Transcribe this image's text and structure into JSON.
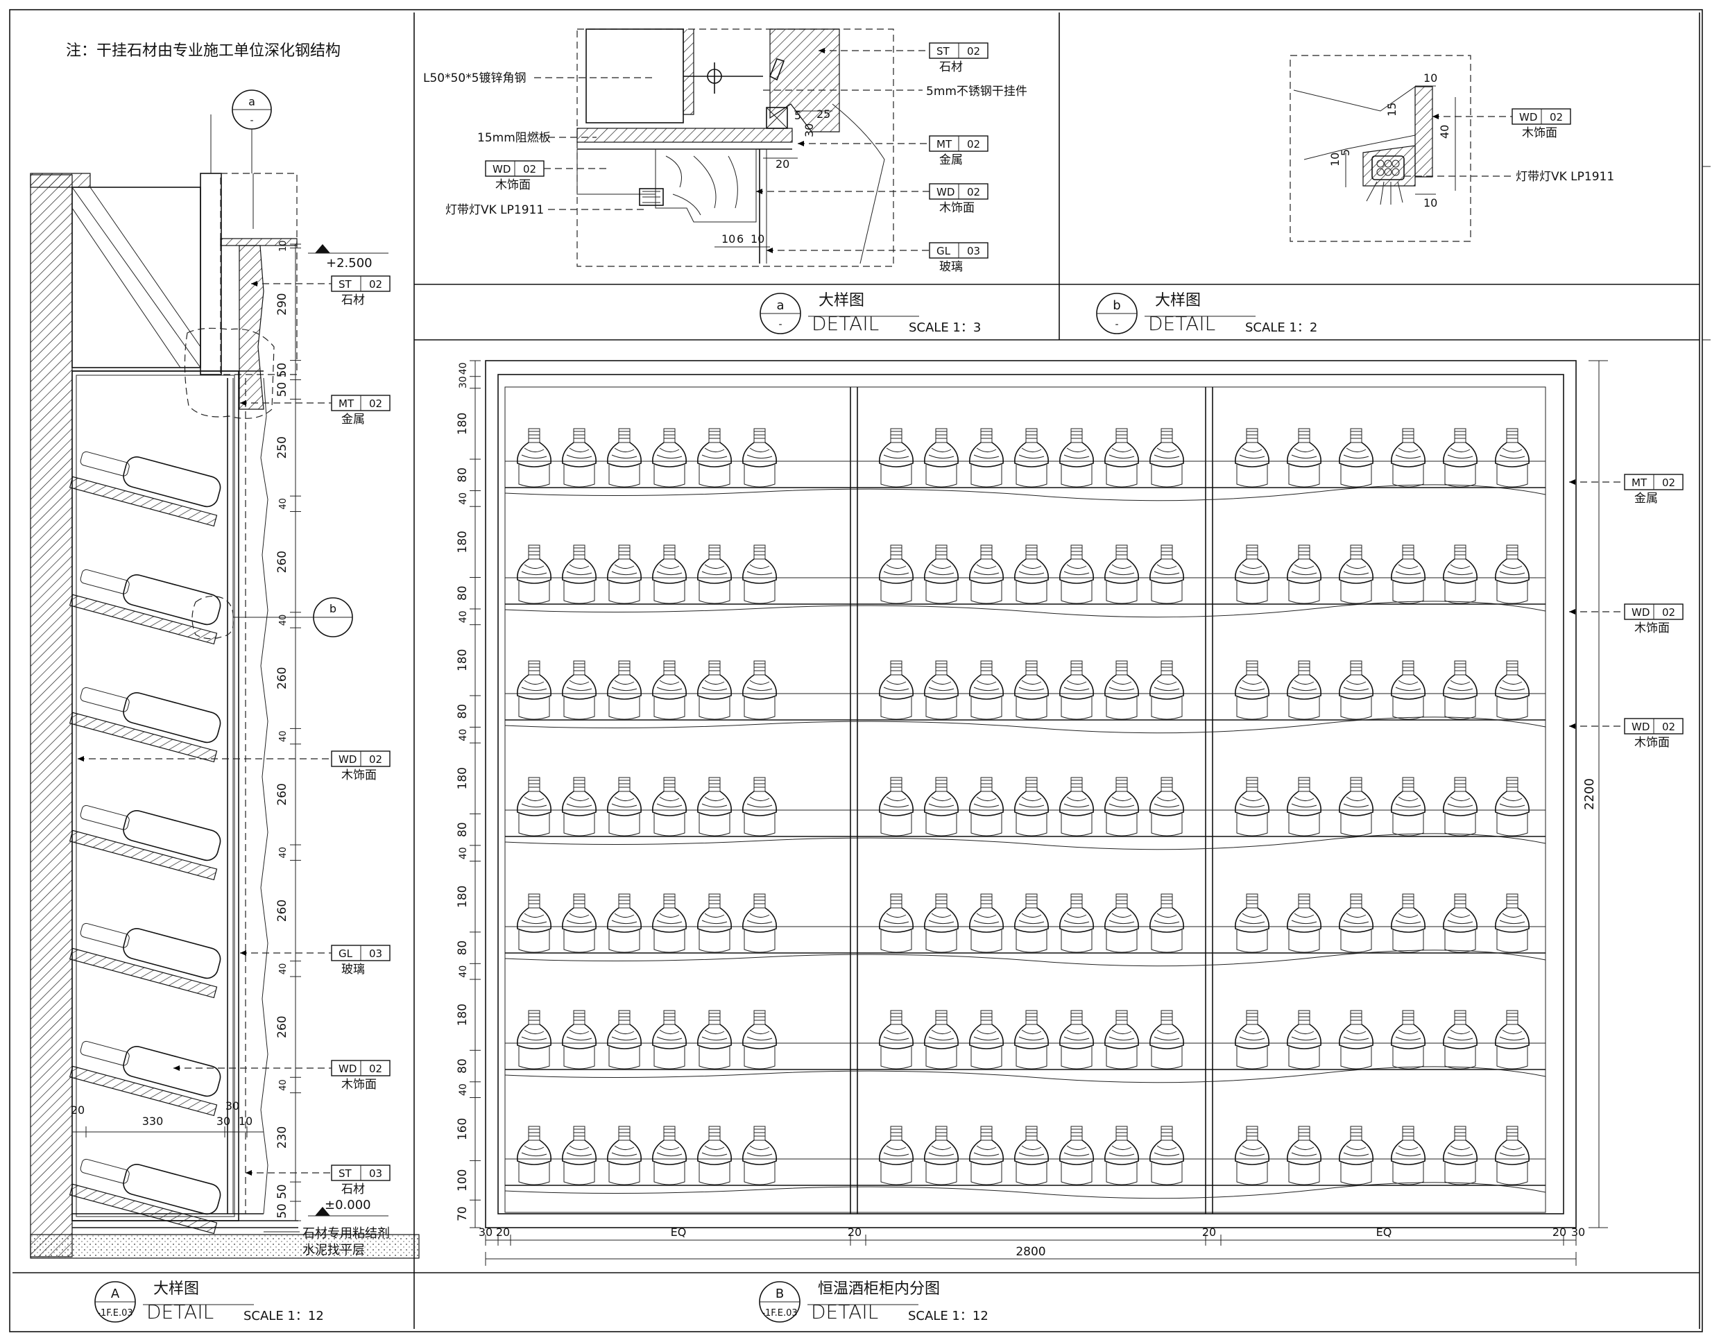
{
  "notes": {
    "top_left": "注：干挂石材由专业施工单位深化钢结构"
  },
  "elevation_marks": {
    "plus": "+2.500",
    "zero": "±0.000"
  },
  "callouts": {
    "a": "a",
    "b": "b",
    "dash": "-"
  },
  "panel_a_dims": {
    "vertical": [
      "10",
      "290",
      "50",
      "50",
      "250",
      "40",
      "260",
      "40",
      "260",
      "40",
      "260",
      "40",
      "260",
      "40",
      "260",
      "40",
      "230",
      "50",
      "50"
    ],
    "horizontal": [
      "20",
      "330",
      "30",
      "10",
      "30"
    ]
  },
  "panel_a_tags": [
    {
      "code": "ST",
      "num": "02",
      "label": "石材"
    },
    {
      "code": "MT",
      "num": "02",
      "label": "金属"
    },
    {
      "code": "WD",
      "num": "02",
      "label": "木饰面"
    },
    {
      "code": "GL",
      "num": "03",
      "label": "玻璃"
    },
    {
      "code": "WD",
      "num": "02",
      "label": "木饰面"
    },
    {
      "code": "ST",
      "num": "03",
      "label": "石材"
    }
  ],
  "panel_a_bottom_note": [
    "石材专用粘结剂",
    "水泥找平层"
  ],
  "detail_a_notes": {
    "angle_steel": "L50*50*5镀锌角钢",
    "pendant": "5mm不锈钢干挂件",
    "board": "15mm阻燃板",
    "lamp": "灯带灯VK LP1911",
    "dims": [
      "25",
      "5",
      "30",
      "20",
      "10",
      "6",
      "10"
    ]
  },
  "detail_a_tags": [
    {
      "code": "ST",
      "num": "02",
      "label": "石材"
    },
    {
      "code": "MT",
      "num": "02",
      "label": "金属"
    },
    {
      "code": "WD",
      "num": "02",
      "label": "木饰面"
    },
    {
      "code": "WD",
      "num": "02",
      "label": "木饰面"
    },
    {
      "code": "GL",
      "num": "03",
      "label": "玻璃"
    }
  ],
  "detail_b_notes": {
    "lamp": "灯带灯VK LP1911",
    "dims": [
      "10",
      "15",
      "40",
      "10",
      "5",
      "10"
    ]
  },
  "detail_b_tag": {
    "code": "WD",
    "num": "02",
    "label": "木饰面"
  },
  "titles": {
    "a": {
      "mark": "a",
      "sub": "-",
      "cn": "大样图",
      "en": "DETAIL",
      "scale": "SCALE  1：3"
    },
    "b": {
      "mark": "b",
      "sub": "-",
      "cn": "大样图",
      "en": "DETAIL",
      "scale": "SCALE  1：2"
    },
    "A": {
      "mark": "A",
      "sub": "-1F.E.03",
      "cn": "大样图",
      "en": "DETAIL",
      "scale": "SCALE  1：12"
    },
    "B": {
      "mark": "B",
      "sub": "-1F.E.03",
      "cn": "恒温酒柜柜内分图",
      "en": "DETAIL",
      "scale": "SCALE  1：12"
    }
  },
  "elev_dims_left": [
    "40",
    "30",
    "180",
    "80",
    "40",
    "180",
    "80",
    "40",
    "180",
    "80",
    "40",
    "180",
    "80",
    "40",
    "180",
    "80",
    "40",
    "180",
    "80",
    "40",
    "160",
    "100",
    "70"
  ],
  "elev_dims_bottom": [
    "30",
    "20",
    "EQ",
    "20",
    "20",
    "EQ",
    "20",
    "30"
  ],
  "elev_total_width": "2800",
  "elev_total_height": "2200",
  "elev_tags": [
    {
      "code": "MT",
      "num": "02",
      "label": "金属"
    },
    {
      "code": "WD",
      "num": "02",
      "label": "木饰面"
    },
    {
      "code": "WD",
      "num": "02",
      "label": "木饰面"
    }
  ]
}
